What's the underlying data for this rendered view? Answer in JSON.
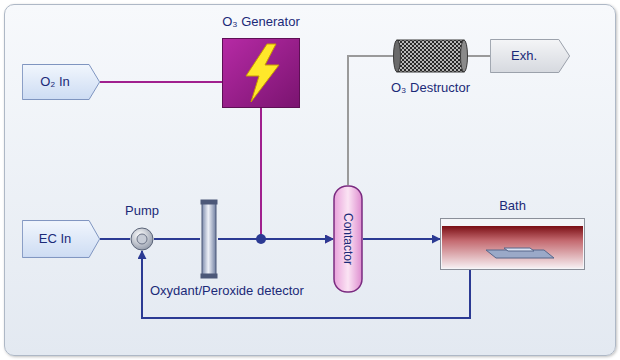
{
  "diagram": {
    "nodes": [
      {
        "text": [
          "O₂ In"
        ]
      },
      {
        "text": [
          "O₃ Generator"
        ]
      },
      {
        "text": [
          "EC In"
        ]
      },
      {
        "text": [
          "Pump"
        ]
      },
      {
        "text": [
          "Oxydant/Peroxide detector"
        ]
      },
      {
        "text": [
          "Contactor"
        ]
      },
      {
        "text": [
          "O₃ Destructor"
        ]
      },
      {
        "text": [
          "Exh."
        ]
      },
      {
        "text": [
          "Bath"
        ]
      }
    ],
    "edges": [
      {
        "from": 0,
        "to": 1,
        "arrow": "none"
      },
      {
        "from": 2,
        "to": 3,
        "arrow": "none"
      },
      {
        "from": 3,
        "to": 4,
        "arrow": "none"
      },
      {
        "from": 1,
        "to": 5,
        "arrow": "to"
      },
      {
        "from": 4,
        "to": 5,
        "arrow": "to"
      },
      {
        "from": 5,
        "to": 6,
        "arrow": "none"
      },
      {
        "from": 6,
        "to": 7,
        "arrow": "none"
      },
      {
        "from": 5,
        "to": 8,
        "arrow": "to"
      },
      {
        "from": 8,
        "to": 3,
        "arrow": "to"
      }
    ]
  }
}
